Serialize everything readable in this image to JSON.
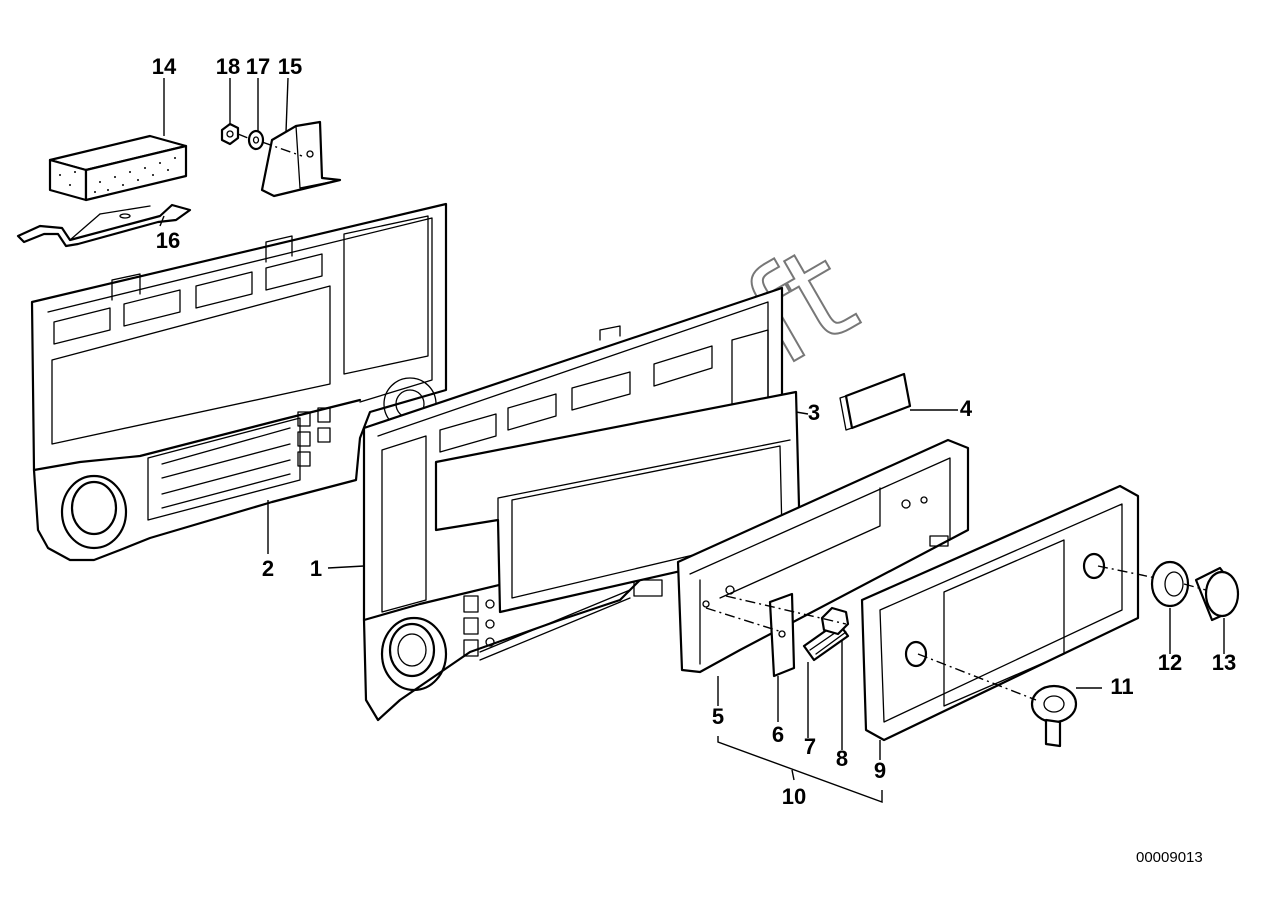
{
  "diagram": {
    "callouts": [
      "1",
      "2",
      "3",
      "4",
      "5",
      "6",
      "7",
      "8",
      "9",
      "10",
      "11",
      "12",
      "13",
      "14",
      "15",
      "16",
      "17",
      "18"
    ],
    "reference_code": "00009013",
    "watermark": "AutoSoft"
  }
}
